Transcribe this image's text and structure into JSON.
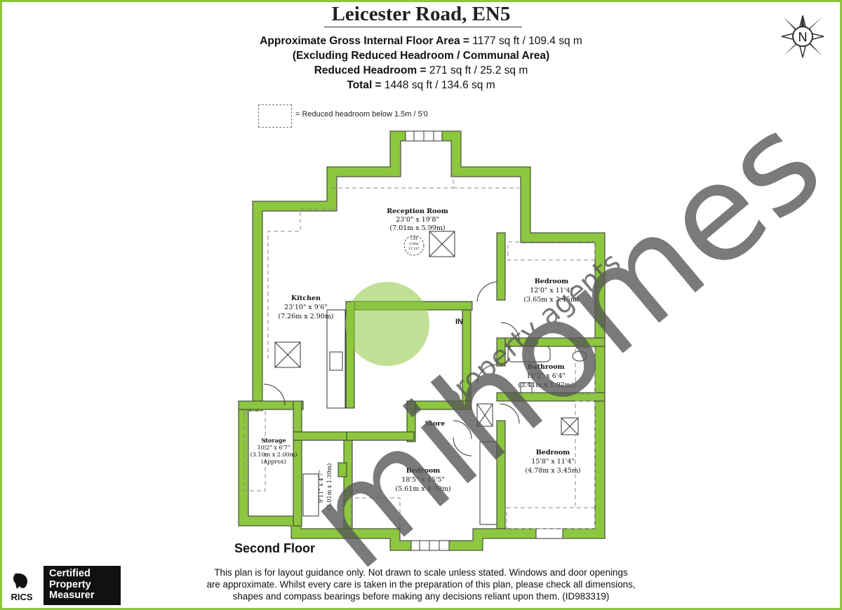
{
  "header": {
    "title": "Leicester Road, EN5",
    "gross_label": "Approximate Gross Internal Floor Area = ",
    "gross_value": "1177 sq ft / 109.4 sq m",
    "excluding_note": "(Excluding Reduced Headroom / Communal Area)",
    "reduced_label": "Reduced Headroom = ",
    "reduced_value": "271 sq ft / 25.2 sq m",
    "total_label": "Total = ",
    "total_value": "1448 sq ft / 134.6 sq m"
  },
  "legend": {
    "text": "= Reduced headroom below 1.5m / 5'0"
  },
  "compass": {
    "letter": "N",
    "icon": "compass-icon"
  },
  "rooms": {
    "reception": {
      "name": "Reception Room",
      "imperial": "23'0\" x 19'8\"",
      "metric": "(7.01m x 5.99m)"
    },
    "ceiling_height": {
      "label": "CH",
      "metric": "3.6m/",
      "imperial": "11'10\""
    },
    "kitchen": {
      "name": "Kitchen",
      "imperial": "23'10\" x 9'6\"",
      "metric": "(7.26m x 2.90m)"
    },
    "bedroom1": {
      "name": "Bedroom",
      "imperial": "12'0\" x 11'4\"",
      "metric": "(3.65m x 3.45m)"
    },
    "bathroom": {
      "name": "Bathroom",
      "imperial": "11'2\" x 6'4\"",
      "metric": "(3.41m x 1.92m)"
    },
    "store": {
      "name": "Store"
    },
    "storage": {
      "name": "Storage",
      "imperial": "10'2\" x 6'7\"",
      "metric": "(3.10m x 2.00m)",
      "note": "(Approx)"
    },
    "ensuite": {
      "imperial": "9'11\" x 4'7\"",
      "metric": "(3.01m x 1.39m)"
    },
    "bedroom2": {
      "name": "Bedroom",
      "imperial": "18'5\" x 15'5\"",
      "metric": "(5.61m x 4.70m)"
    },
    "bedroom3": {
      "name": "Bedroom",
      "imperial": "15'8\" x 11'4\"",
      "metric": "(4.78m x 3.45m)"
    },
    "entrance": {
      "label": "IN"
    }
  },
  "floor_label": "Second Floor",
  "disclaimer": {
    "line1": "This plan is for layout guidance only. Not drawn to scale unless stated. Windows and door openings",
    "line2": "are approximate. Whilst every care is taken in the preparation of this plan, please check all dimensions,",
    "line3": "shapes and compass bearings before making any decisions reliant upon them. (ID983319)"
  },
  "footer": {
    "rics_text": "RICS",
    "cert_line1": "Certified",
    "cert_line2": "Property",
    "cert_line3": "Measurer"
  },
  "watermark": {
    "brand": "mihomes",
    "sub": "property agents"
  },
  "colors": {
    "wall": "#8dc63f",
    "frame": "#8dc63f",
    "watermark": "#555555",
    "watermark_accent": "#8dc63f"
  }
}
